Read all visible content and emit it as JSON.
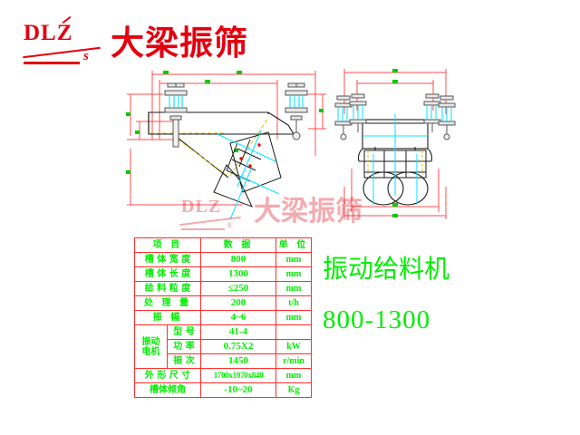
{
  "logo": {
    "letters": "DLZ",
    "subscript": "s",
    "brand_cn": "大梁振筛",
    "color": "#e3000f"
  },
  "watermark": {
    "letters": "DLZ",
    "subscript": "s",
    "brand_cn": "大梁振筛"
  },
  "product": {
    "title": "振动给料机",
    "model": "800-1300",
    "color": "#00ee00"
  },
  "spec_table": {
    "border_color": "#ff2d2d",
    "text_color": "#00ee00",
    "headers": [
      "项 目",
      "数 据",
      "单 位"
    ],
    "rows": [
      {
        "item": "槽 体 宽 度",
        "sub": "",
        "data": "800",
        "unit": "mm"
      },
      {
        "item": "槽 体 长 度",
        "sub": "",
        "data": "1300",
        "unit": "mm"
      },
      {
        "item": "给 料 粒 度",
        "sub": "",
        "data": "≤250",
        "unit": "mm"
      },
      {
        "item": "处 理 量",
        "sub": "",
        "data": "200",
        "unit": "t/h"
      },
      {
        "item": "振 幅",
        "sub": "",
        "data": "4~6",
        "unit": "mm"
      },
      {
        "item": "振动电机",
        "sub": "型 号",
        "data": "41-4",
        "unit": ""
      },
      {
        "item": "",
        "sub": "功 率",
        "data": "0.75X2",
        "unit": "kW"
      },
      {
        "item": "",
        "sub": "振 次",
        "data": "1450",
        "unit": "r/min"
      },
      {
        "item": "外 形 尺 寸",
        "sub": "",
        "data": "1700x1070x840",
        "unit": "mm"
      },
      {
        "item": "槽体倾角",
        "sub": "",
        "data": "-10~20",
        "unit": "Kg"
      }
    ],
    "merged_motor_label": "振动\n电机"
  },
  "drawings": {
    "side_view": {
      "name": "侧视图",
      "line_color_outline": "#1a1a1a",
      "line_color_dimension": "#ff4d4d",
      "line_color_spring": "#00e5ff",
      "line_color_hidden": "#d4c400"
    },
    "front_view": {
      "name": "主视图",
      "line_color_outline": "#1a1a1a",
      "line_color_dimension": "#ff4d4d",
      "line_color_centerline": "#00e5ff"
    }
  }
}
